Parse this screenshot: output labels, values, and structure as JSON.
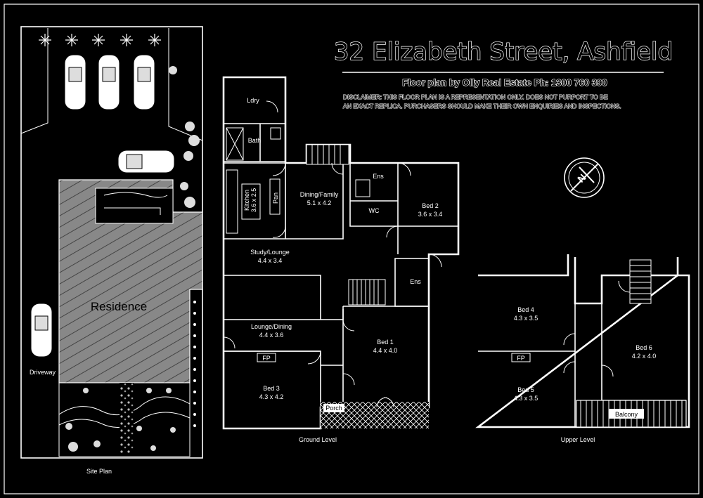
{
  "header": {
    "title": "32 Elizabeth Street, Ashfield",
    "subtitle": "Floor plan by Olly Real Estate Ph: 1300 760 390",
    "disclaimer_line1": "DISCLAIMER: THIS FLOOR PLAN IS A REPRESENTATION ONLY. DOES NOT PURPORT TO BE",
    "disclaimer_line2": "AN EXACT REPLICA. PURCHASERS SHOULD MAKE THEIR OWN ENQUIRIES AND INSPECTIONS."
  },
  "site_plan": {
    "residence_label": "Residence",
    "driveway_label": "Driveway",
    "caption": "Site Plan"
  },
  "ground_floor": {
    "caption": "Ground Level",
    "rooms": {
      "laundry": "Ldry",
      "bath": "Bath",
      "kitchen": "Kitchen",
      "kitchen_dim": "3.6 x 2.5",
      "pantry": "Pan",
      "dining": "Dining/Family",
      "dining_dim": "5.1 x 4.2",
      "ensuite1": "Ens",
      "wc": "WC",
      "bed2": "Bed 2",
      "bed2_dim": "3.6 x 3.4",
      "study": "Study/Lounge",
      "study_dim": "4.4 x 3.4",
      "ensuite2": "Ens",
      "lounge": "Lounge/Dining",
      "lounge_dim": "4.4 x 3.6",
      "bed1": "Bed 1",
      "bed1_dim": "4.4 x 4.0",
      "fireplace": "FP",
      "bed3": "Bed 3",
      "bed3_dim": "4.3 x 4.2",
      "porch": "Porch"
    }
  },
  "upper_floor": {
    "caption": "Upper Level",
    "rooms": {
      "bed4": "Bed 4",
      "bed4_dim": "4.3 x 3.5",
      "fireplace": "FP",
      "bed5": "Bed 5",
      "bed5_dim": "4.3 x 3.5",
      "bed6": "Bed 6",
      "bed6_dim": "4.2 x 4.0",
      "balcony": "Balcony"
    }
  },
  "compass": {
    "label": "N"
  }
}
